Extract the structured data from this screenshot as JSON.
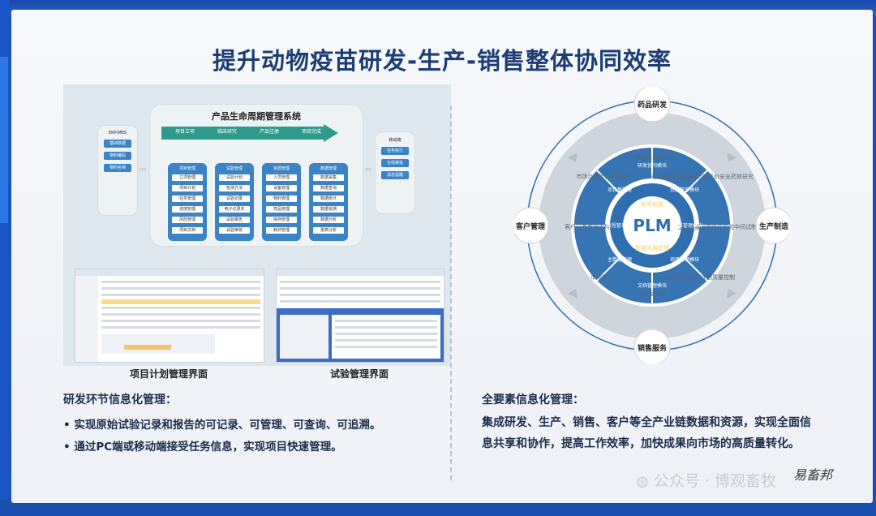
{
  "title": "提升动物疫苗研发-生产-销售整体协同效率",
  "left": {
    "system_title": "产品生命周期管理系统",
    "flow_stages": [
      "项目立项",
      "临床研究",
      "产品注册",
      "项目完成"
    ],
    "erp_box": {
      "title": "ERP/MES",
      "buttons": [
        "基础数据",
        "物料编码",
        "物料名称"
      ]
    },
    "mobile_box": {
      "title": "移动端",
      "buttons": [
        "任务执行",
        "在线审批",
        "消息提醒"
      ]
    },
    "modules": [
      {
        "title": "项目管理",
        "items": [
          "立项管理",
          "项目计划",
          "任务管理",
          "进度管理",
          "风险管理",
          "项目文档"
        ]
      },
      {
        "title": "试验管理",
        "items": [
          "试验计划",
          "检测方法",
          "试验记录",
          "电子记录本",
          "试验报告",
          "试验审核"
        ]
      },
      {
        "title": "资源管理",
        "items": [
          "人员管理",
          "设备管理",
          "物料管理",
          "样品管理",
          "库存管理",
          "耗材管理"
        ]
      },
      {
        "title": "数据管理",
        "items": [
          "数据采集",
          "数据查询",
          "数据统计",
          "数据追溯",
          "数据分析",
          "报表分析"
        ]
      }
    ],
    "screenshot_captions": [
      "项目计划管理界面",
      "试验管理界面"
    ],
    "section_heading": "研发环节信息化管理：",
    "bullets": [
      "实现原始试验记录和报告的可记录、可管理、可查询、可追溯。",
      "通过PC端或移动端接受任务信息，实现项目快速管理。"
    ]
  },
  "wheel": {
    "center": "PLM",
    "inner_top": "账号权限",
    "inner_bottom": "数据字典管理",
    "nodes": [
      "药品研发",
      "生产制造",
      "销售服务",
      "客户管理"
    ],
    "ring": [
      "产品开发项目立项",
      "药品分离毒株筛选药效评价安全药效研究",
      "工艺质量标准临床实验中间试制",
      "原料采购生产计划质量控制",
      "产成品入库",
      "市场推广",
      "客户订单市场支持",
      "市场反馈流行病调查"
    ],
    "inner_segments": [
      "研发协同模块",
      "资源管理模块",
      "标准管理模块",
      "项目管理模块",
      "文档管理模块",
      "主数据管理",
      "流程管理",
      "项目集管理"
    ]
  },
  "right": {
    "section_heading": "全要素信息化管理：",
    "paragraph_line1": "集成研发、生产、销售、客户等全产业链数据和资源，实现全面信",
    "paragraph_line2": "息共享和协作，提高工作效率，加快成果向市场的高质量转化。"
  },
  "watermark": "公众号 · 博观畜牧",
  "signature": "易畜邦",
  "colors": {
    "title": "#1d3d74",
    "module_blue": "#3a83c5",
    "wheel_gray": "#cfd5dc",
    "wheel_blue": "#2f6fb0"
  }
}
